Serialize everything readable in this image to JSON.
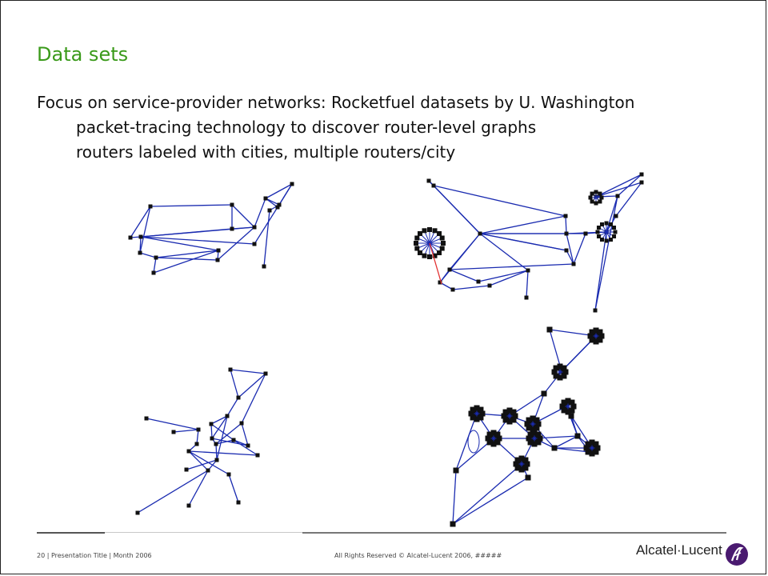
{
  "slide": {
    "title": "Data sets",
    "bullet_main": "Focus on service-provider networks: Rocketfuel datasets by U. Washington",
    "bullet_sub1": "packet-tracing technology to discover router-level graphs",
    "bullet_sub2": "routers labeled with cities, multiple routers/city"
  },
  "footer": {
    "left": "20 | Presentation Title | Month 2006",
    "center": "All Rights Reserved © Alcatel-Lucent 2006, #####",
    "brand": "Alcatel·Lucent"
  },
  "colors": {
    "title": "#3a9a1a",
    "edge": "#1a2bb0",
    "node": "#111111",
    "highlight_edge": "#e23030",
    "logo_fill": "#4a1a70"
  },
  "graphs": [
    {
      "name": "network-graph-top-left"
    },
    {
      "name": "network-graph-top-right"
    },
    {
      "name": "network-graph-bottom-left"
    },
    {
      "name": "network-graph-bottom-right"
    }
  ]
}
